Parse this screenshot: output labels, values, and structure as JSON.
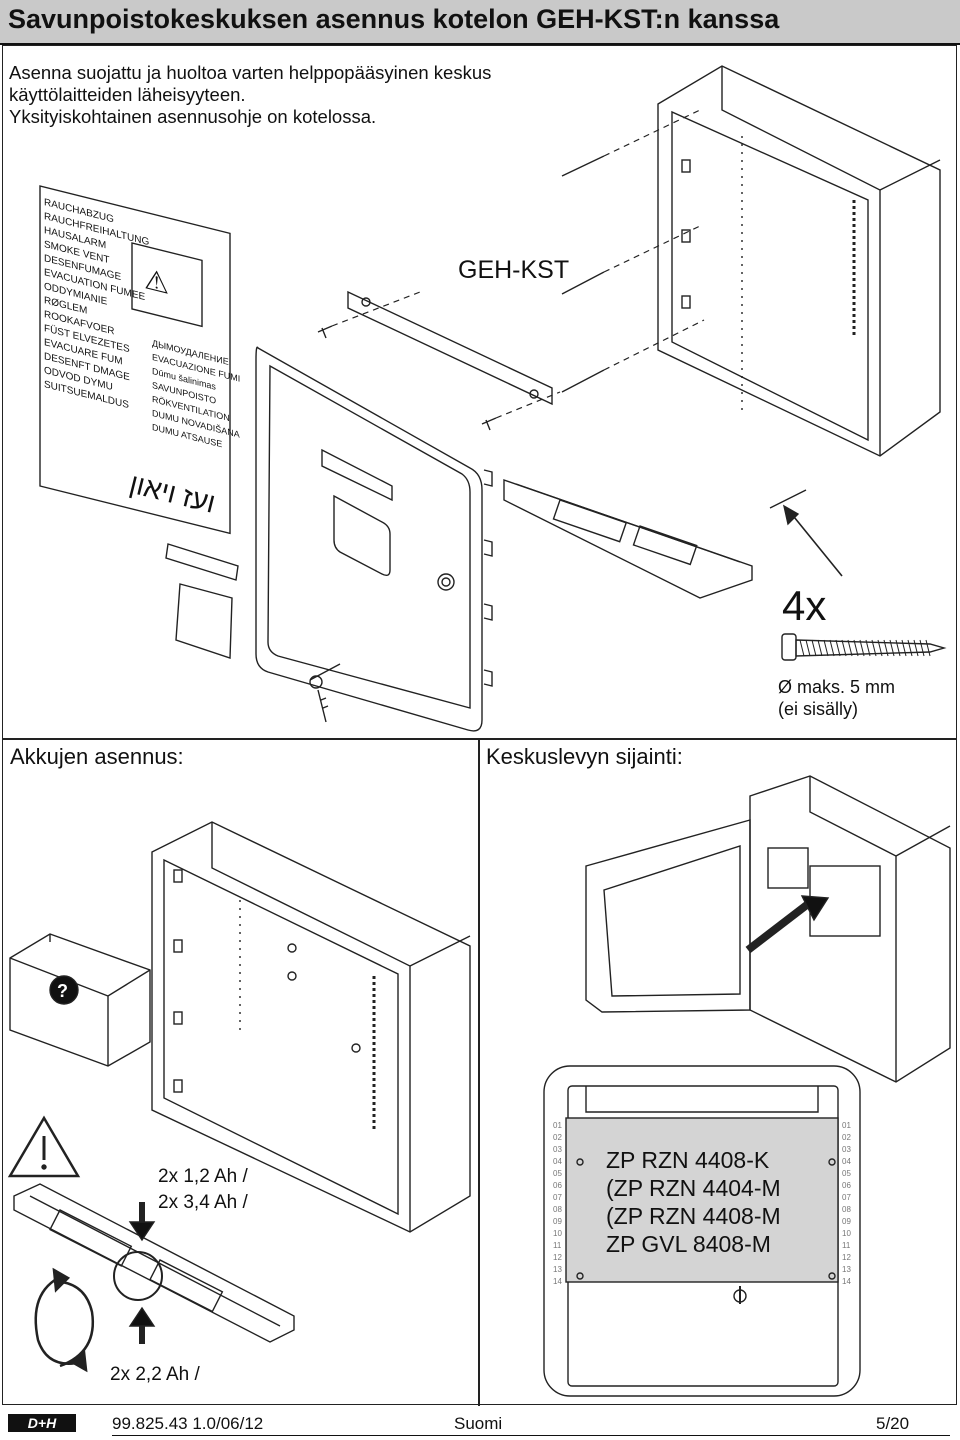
{
  "title": "Savunpoistokeskuksen asennus kotelon GEH-KST:n kanssa",
  "intro": {
    "line1": "Asenna suojattu ja huoltoa varten helppopääsyinen keskus",
    "line2": "käyttölaitteiden läheisyyteen.",
    "line3": "Yksityiskohtainen asennusohje on kotelossa."
  },
  "labels": {
    "geh_kst": "GEH-KST",
    "screw_count": "4x",
    "screw_diameter": "Ø maks. 5 mm",
    "screw_note": "(ei sisälly)"
  },
  "sections": {
    "batteries": "Akkujen asennus:",
    "board": "Keskuslevyn sijainti:"
  },
  "batteries": {
    "opt1": "2x 1,2 Ah /",
    "opt2": "2x 3,4 Ah /",
    "opt3": "2x 2,2 Ah /"
  },
  "board": {
    "line1": "ZP RZN 4408-K",
    "line2": "(ZP RZN 4404-M",
    "line3": "(ZP RZN 4408-M",
    "line4": "ZP GVL 8408-M",
    "terminal_numbers": [
      "01",
      "02",
      "03",
      "04",
      "05",
      "06",
      "07",
      "08",
      "09",
      "10",
      "11",
      "12",
      "13",
      "14"
    ]
  },
  "sign_labels": {
    "left": [
      "RAUCHABZUG",
      "RAUCHFREIHALTUNG",
      "HAUSALARM",
      "SMOKE VENT",
      "DESENFUMAGE",
      "EVACUATION FUMEE",
      "ODDYMIANIE",
      "RØGLEM",
      "ROOKAFVOER",
      "FÜST ELVEZETES",
      "EVACUARE FUM",
      "DESENFT DMAGE",
      "ODVOD DYMU",
      "SUITSUEMALDUS"
    ],
    "right": [
      "ДЫМОУДАЛЕНИЕ",
      "EVACUAZIONE FUMI",
      "Dūmu šalinimas",
      "SAVUNPOISTO",
      "RÖKVENTILATION",
      "DUMU NOVADIŠANA",
      "DUMU ATSAUSE"
    ]
  },
  "footer": {
    "logo": "D+H",
    "doc_number": "99.825.43 1.0/06/12",
    "language": "Suomi",
    "page": "5/20"
  }
}
